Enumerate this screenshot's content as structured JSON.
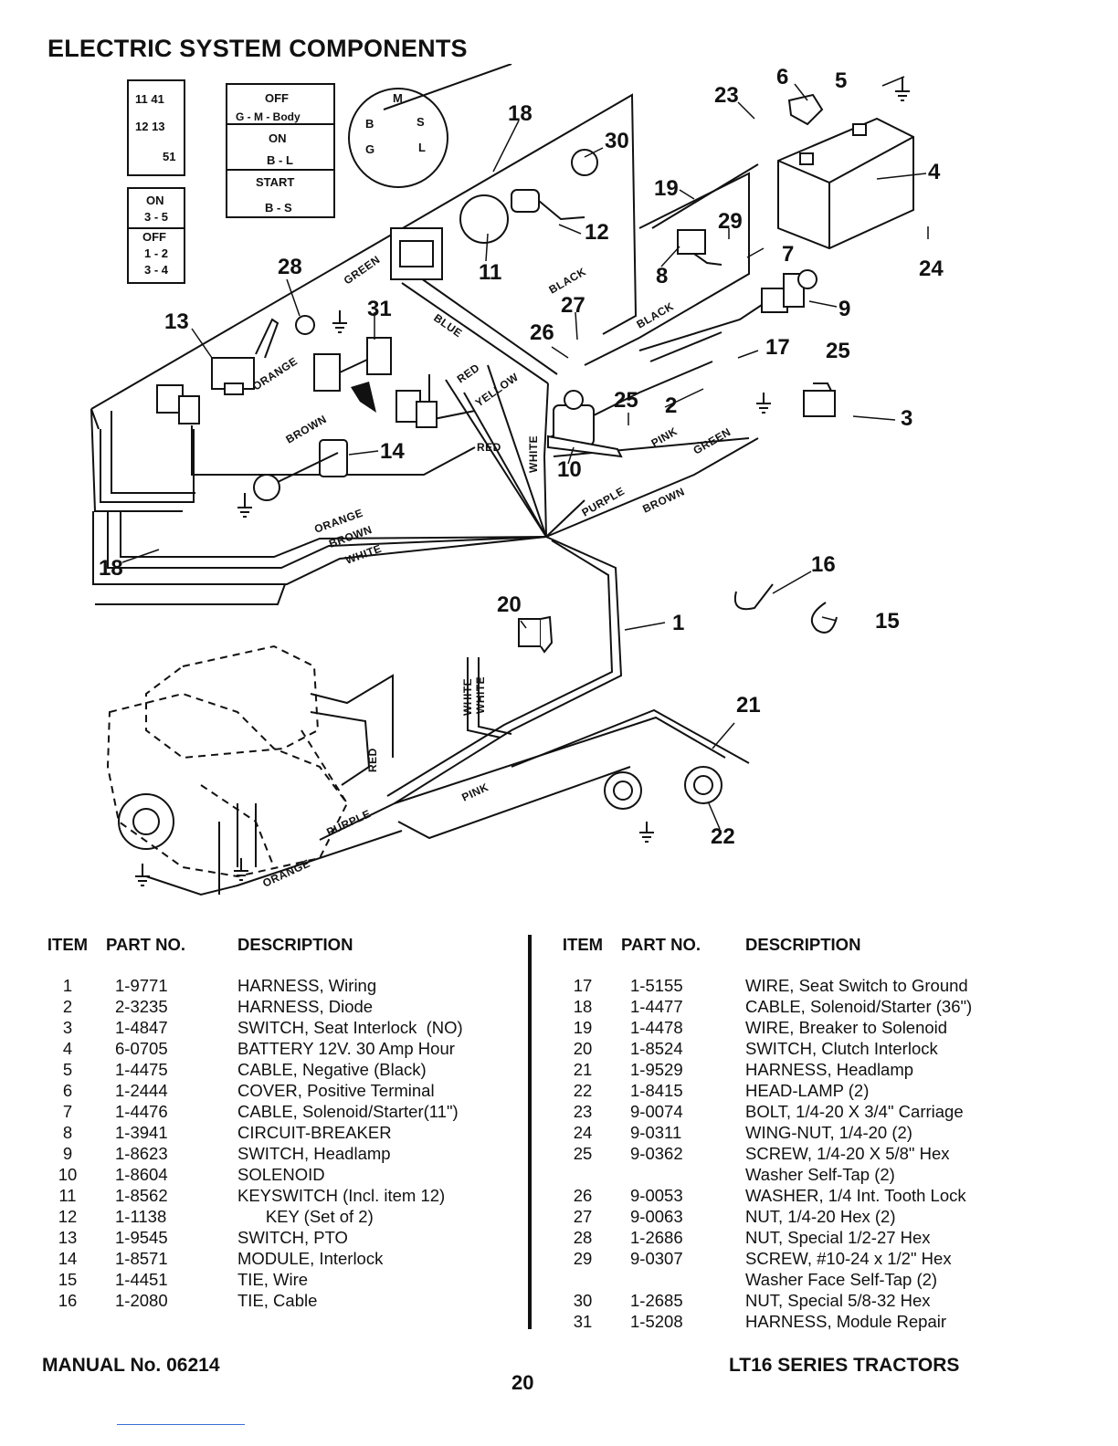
{
  "title": "ELECTRIC SYSTEM COMPONENTS",
  "diagram": {
    "callouts": [
      "1",
      "2",
      "3",
      "4",
      "5",
      "6",
      "7",
      "8",
      "9",
      "10",
      "11",
      "12",
      "13",
      "14",
      "15",
      "16",
      "17",
      "18",
      "19",
      "20",
      "21",
      "22",
      "23",
      "24",
      "25",
      "26",
      "27",
      "28",
      "29",
      "30",
      "31"
    ],
    "wire_labels": [
      "GREEN",
      "BLACK",
      "BLACK",
      "BLUE",
      "ORANGE",
      "BROWN",
      "RED",
      "YELLOW",
      "RED",
      "WHITE",
      "PINK",
      "GREEN",
      "PURPLE",
      "BROWN",
      "ORANGE",
      "BROWN",
      "WHITE",
      "WHITE",
      "WHITE",
      "RED",
      "PURPLE",
      "PINK",
      "ORANGE"
    ],
    "terminal_box": {
      "rows": [
        "11 41",
        "12 13",
        "51"
      ]
    },
    "on_off_box": {
      "on": "ON",
      "on_pins": "3 - 5",
      "off": "OFF",
      "off_pins_1": "1 - 2",
      "off_pins_2": "3 - 4"
    },
    "key_positions": {
      "off": "OFF",
      "off_detail": "G - M - Body",
      "on": "ON",
      "on_detail": "B - L",
      "start": "START",
      "start_detail": "B - S"
    },
    "switch_face": {
      "m": "M",
      "b": "B",
      "s": "S",
      "g": "G",
      "l": "L"
    }
  },
  "parts_header": {
    "item": "ITEM",
    "part_no": "PART NO.",
    "description": "DESCRIPTION"
  },
  "parts_left": [
    {
      "item": "1",
      "part": "1-9771",
      "desc": "HARNESS, Wiring"
    },
    {
      "item": "2",
      "part": "2-3235",
      "desc": "HARNESS, Diode"
    },
    {
      "item": "3",
      "part": "1-4847",
      "desc": "SWITCH, Seat Interlock  (NO)"
    },
    {
      "item": "4",
      "part": "6-0705",
      "desc": "BATTERY 12V. 30 Amp Hour"
    },
    {
      "item": "5",
      "part": "1-4475",
      "desc": "CABLE, Negative (Black)"
    },
    {
      "item": "6",
      "part": "1-2444",
      "desc": "COVER, Positive Terminal"
    },
    {
      "item": "7",
      "part": "1-4476",
      "desc": "CABLE, Solenoid/Starter(11\")"
    },
    {
      "item": "8",
      "part": "1-3941",
      "desc": "CIRCUIT-BREAKER"
    },
    {
      "item": "9",
      "part": "1-8623",
      "desc": "SWITCH, Headlamp"
    },
    {
      "item": "10",
      "part": "1-8604",
      "desc": "SOLENOID"
    },
    {
      "item": "11",
      "part": "1-8562",
      "desc": "KEYSWITCH (Incl. item 12)"
    },
    {
      "item": "12",
      "part": "1-1138",
      "desc": "      KEY (Set of 2)"
    },
    {
      "item": "13",
      "part": "1-9545",
      "desc": "SWITCH, PTO"
    },
    {
      "item": "14",
      "part": "1-8571",
      "desc": "MODULE, Interlock"
    },
    {
      "item": "15",
      "part": "1-4451",
      "desc": "TIE, Wire"
    },
    {
      "item": "16",
      "part": "1-2080",
      "desc": "TIE, Cable"
    }
  ],
  "parts_right": [
    {
      "item": "17",
      "part": "1-5155",
      "desc": "WIRE, Seat Switch to Ground"
    },
    {
      "item": "18",
      "part": "1-4477",
      "desc": "CABLE, Solenoid/Starter (36\")"
    },
    {
      "item": "19",
      "part": "1-4478",
      "desc": "WIRE, Breaker to Solenoid"
    },
    {
      "item": "20",
      "part": "1-8524",
      "desc": "SWITCH, Clutch Interlock"
    },
    {
      "item": "21",
      "part": "1-9529",
      "desc": "HARNESS, Headlamp"
    },
    {
      "item": "22",
      "part": "1-8415",
      "desc": "HEAD-LAMP (2)"
    },
    {
      "item": "23",
      "part": "9-0074",
      "desc": "BOLT, 1/4-20 X 3/4\" Carriage"
    },
    {
      "item": "24",
      "part": "9-0311",
      "desc": "WING-NUT, 1/4-20 (2)"
    },
    {
      "item": "25",
      "part": "9-0362",
      "desc": "SCREW, 1/4-20 X 5/8\" Hex"
    },
    {
      "item": "",
      "part": "",
      "desc": "Washer Self-Tap (2)"
    },
    {
      "item": "26",
      "part": "9-0053",
      "desc": "WASHER, 1/4 Int. Tooth Lock"
    },
    {
      "item": "27",
      "part": "9-0063",
      "desc": "NUT, 1/4-20 Hex (2)"
    },
    {
      "item": "28",
      "part": "1-2686",
      "desc": "NUT, Special 1/2-27 Hex"
    },
    {
      "item": "29",
      "part": "9-0307",
      "desc": "SCREW, #10-24 x 1/2\" Hex"
    },
    {
      "item": "",
      "part": "",
      "desc": "Washer Face Self-Tap (2)"
    },
    {
      "item": "30",
      "part": "1-2685",
      "desc": "NUT, Special 5/8-32 Hex"
    },
    {
      "item": "31",
      "part": "1-5208",
      "desc": "HARNESS, Module Repair"
    }
  ],
  "footer": {
    "manual": "MANUAL No. 06214",
    "page": "20",
    "series": "LT16 SERIES TRACTORS"
  }
}
